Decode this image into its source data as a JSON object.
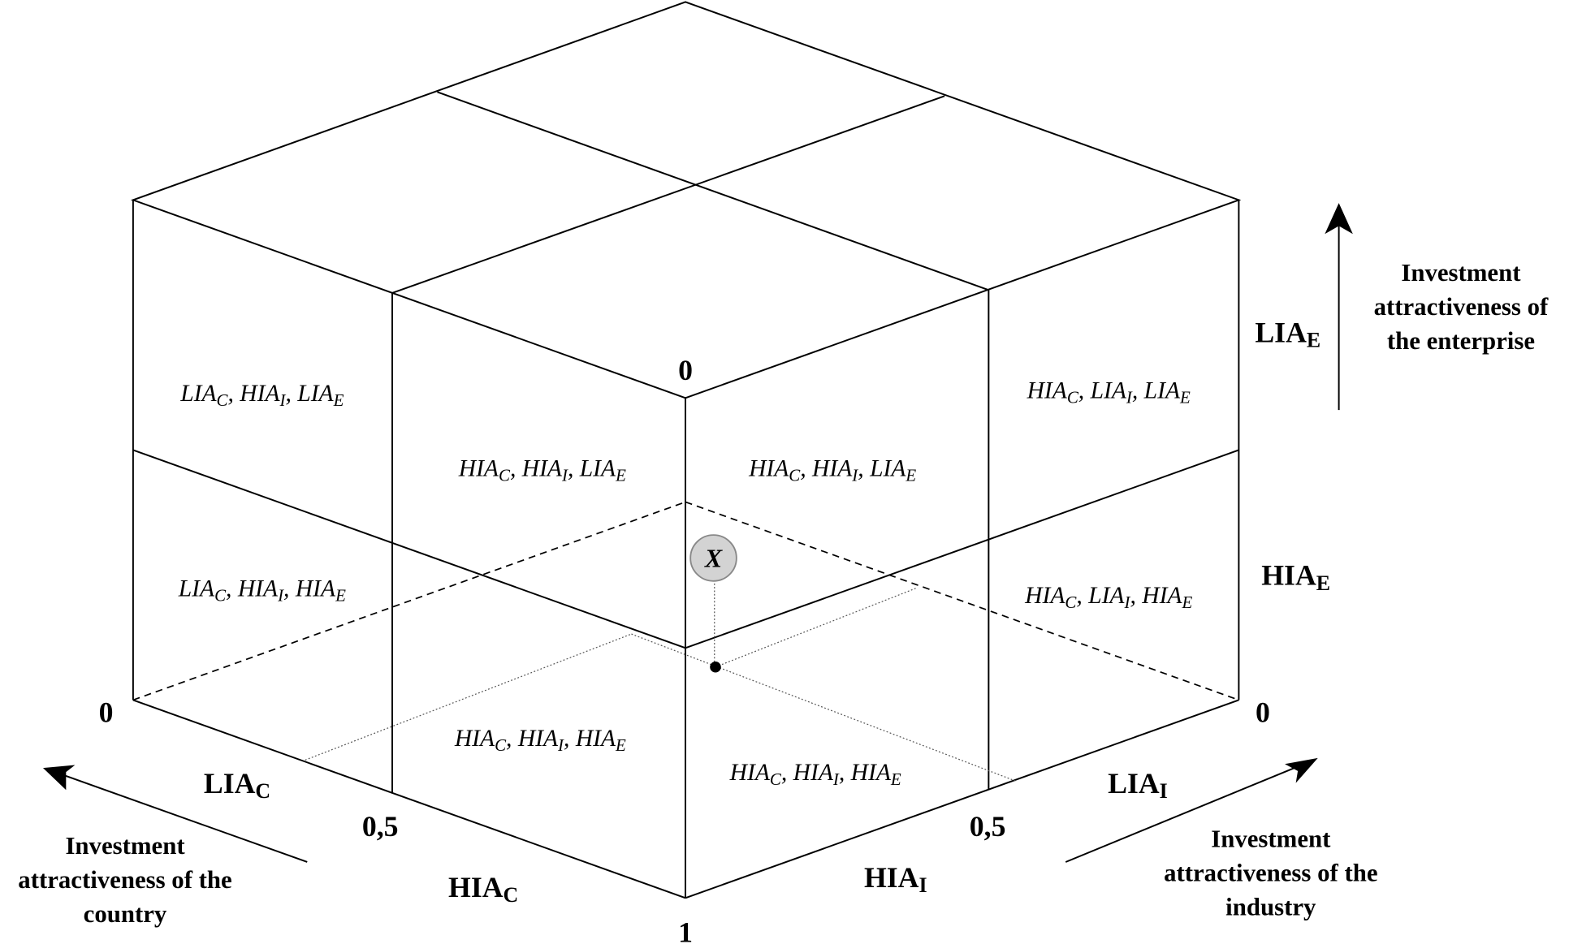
{
  "cells": [
    {
      "id": "left-upper",
      "terms": [
        [
          "LIA",
          "C"
        ],
        [
          "HIA",
          "I"
        ],
        [
          "LIA",
          "E"
        ]
      ]
    },
    {
      "id": "front-left-upper",
      "terms": [
        [
          "HIA",
          "C"
        ],
        [
          "HIA",
          "I"
        ],
        [
          "LIA",
          "E"
        ]
      ]
    },
    {
      "id": "front-right-upper",
      "terms": [
        [
          "HIA",
          "C"
        ],
        [
          "HIA",
          "I"
        ],
        [
          "LIA",
          "E"
        ]
      ]
    },
    {
      "id": "right-upper",
      "terms": [
        [
          "HIA",
          "C"
        ],
        [
          "LIA",
          "I"
        ],
        [
          "LIA",
          "E"
        ]
      ]
    },
    {
      "id": "left-lower",
      "terms": [
        [
          "LIA",
          "C"
        ],
        [
          "HIA",
          "I"
        ],
        [
          "HIA",
          "E"
        ]
      ]
    },
    {
      "id": "right-lower",
      "terms": [
        [
          "HIA",
          "C"
        ],
        [
          "LIA",
          "I"
        ],
        [
          "HIA",
          "E"
        ]
      ]
    },
    {
      "id": "front-left-lower",
      "terms": [
        [
          "HIA",
          "C"
        ],
        [
          "HIA",
          "I"
        ],
        [
          "HIA",
          "E"
        ]
      ]
    },
    {
      "id": "front-right-lower",
      "terms": [
        [
          "HIA",
          "C"
        ],
        [
          "HIA",
          "I"
        ],
        [
          "HIA",
          "E"
        ]
      ]
    }
  ],
  "ticks": {
    "top_zero": "0",
    "left_zero": "0",
    "right_zero": "0",
    "left_half": "0,5",
    "right_half": "0,5",
    "bottom_one": "1"
  },
  "zone_labels": {
    "country_low": [
      "LIA",
      "C"
    ],
    "country_high": [
      "HIA",
      "C"
    ],
    "industry_low": [
      "LIA",
      "I"
    ],
    "industry_high": [
      "HIA",
      "I"
    ],
    "enterprise_low": [
      "LIA",
      "E"
    ],
    "enterprise_high": [
      "HIA",
      "E"
    ]
  },
  "axis_titles": {
    "enterprise": [
      "Investment",
      "attractiveness of",
      "the enterprise"
    ],
    "country": [
      "Investment",
      "attractiveness of the",
      "country"
    ],
    "industry": [
      "Investment",
      "attractiveness of the",
      "industry"
    ]
  },
  "point_label": "X",
  "colors": {
    "point_fill": "#d3d3d3",
    "line": "#000000"
  }
}
